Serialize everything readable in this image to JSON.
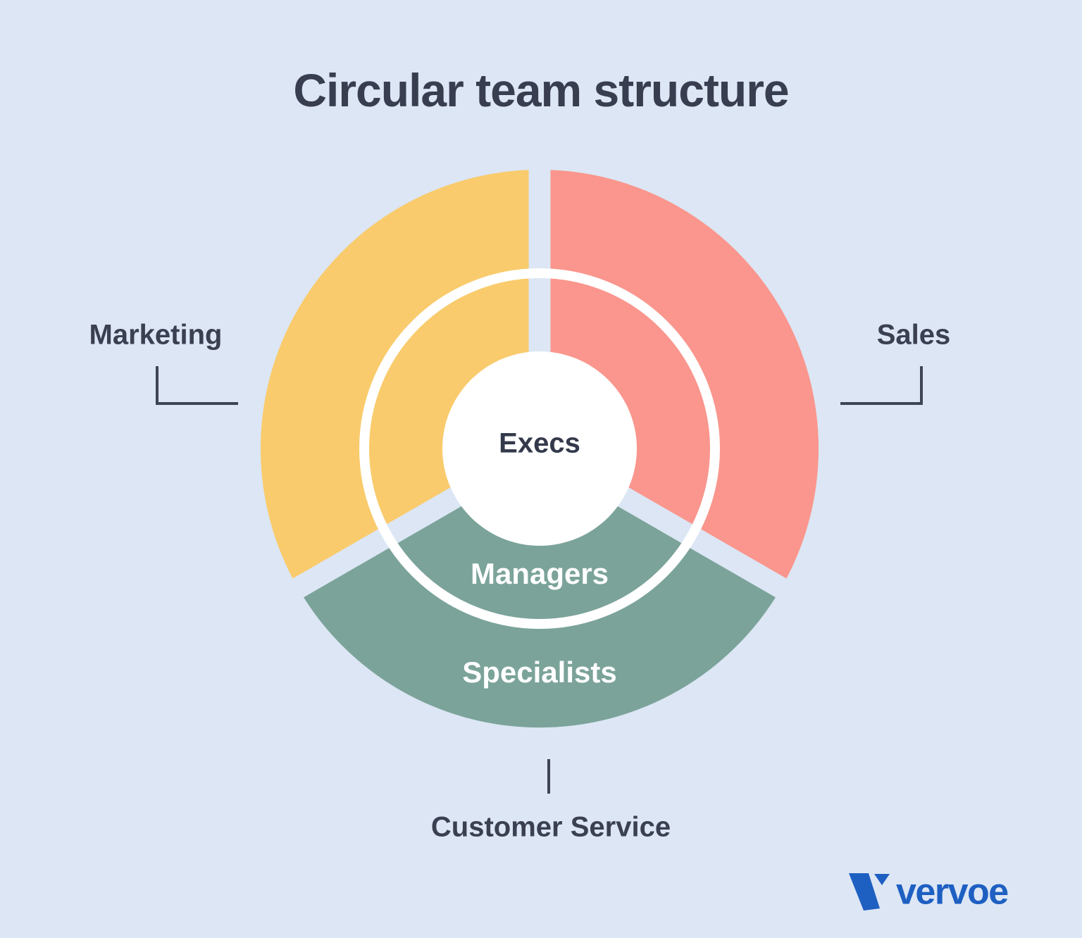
{
  "title": "Circular team structure",
  "diagram": {
    "center": {
      "label": "Execs"
    },
    "inner_ring": {
      "label": "Managers"
    },
    "outer_ring": {
      "label": "Specialists"
    },
    "segments": {
      "marketing": {
        "label": "Marketing",
        "color": "#F9CB6C"
      },
      "sales": {
        "label": "Sales",
        "color": "#FA968D"
      },
      "customer_service": {
        "label": "Customer Service",
        "color": "#7BA39A"
      }
    },
    "colors": {
      "background": "#DCE6F4",
      "ring_stroke": "#FFFFFF",
      "center_fill": "#FFFFFF",
      "connector": "#3E4456",
      "label_text": "#3A4052"
    }
  },
  "logo": {
    "wordmark": "vervoe",
    "color": "#1E5FC2"
  }
}
